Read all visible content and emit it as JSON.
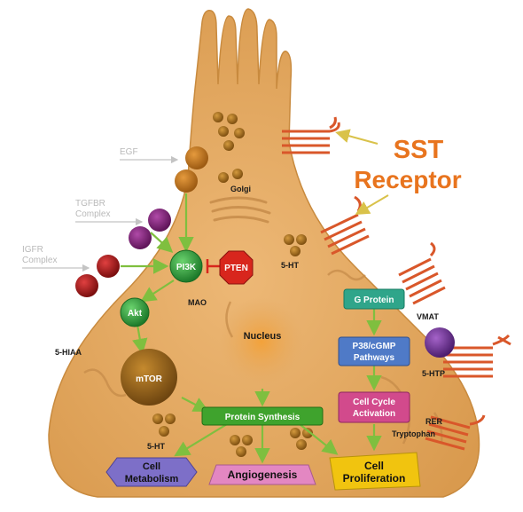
{
  "title": {
    "line1": "SST",
    "line2": "Receptor"
  },
  "ghost_labels": {
    "egf": "EGF",
    "tgfbr_1": "TGFBR",
    "tgfbr_2": "Complex",
    "igfr_1": "IGFR",
    "igfr_2": "Complex"
  },
  "organelles": {
    "golgi": "Golgi",
    "nucleus": "Nucleus",
    "mao": "MAO",
    "five_hiaa": "5-HIAA",
    "five_ht_top": "5-HT",
    "five_ht_bottom": "5-HT",
    "vmat": "VMAT",
    "five_htp": "5-HTP",
    "rer": "RER",
    "tryptophan": "Tryptophan"
  },
  "nodes": {
    "pi3k": "PI3K",
    "pten": "PTEN",
    "akt": "Akt",
    "mtor": "mTOR"
  },
  "boxes": {
    "g_protein": "G Protein",
    "p38_1": "P38/cGMP",
    "p38_2": "Pathways",
    "cell_cycle_1": "Cell Cycle",
    "cell_cycle_2": "Activation",
    "protein_synthesis": "Protein Synthesis"
  },
  "outcomes": {
    "cell_metabolism_1": "Cell",
    "cell_metabolism_2": "Metabolism",
    "angiogenesis": "Angiogenesis",
    "cell_proliferation_1": "Cell",
    "cell_proliferation_2": "Proliferation"
  },
  "colors": {
    "cell": "#E3A860",
    "title": "#E8741E",
    "arrow": "#7FBF3F",
    "receptor": "#D9572A",
    "pi3k": "#2E9A3C",
    "pten": "#D8261D",
    "g_protein": "#2FA58A",
    "p38": "#4F7AC7",
    "cell_cycle": "#D24A8C",
    "protein_synthesis": "#3FA32D",
    "cell_metabolism": "#7D6FC8",
    "angiogenesis": "#E387C2",
    "cell_proliferation": "#F1C40F"
  }
}
